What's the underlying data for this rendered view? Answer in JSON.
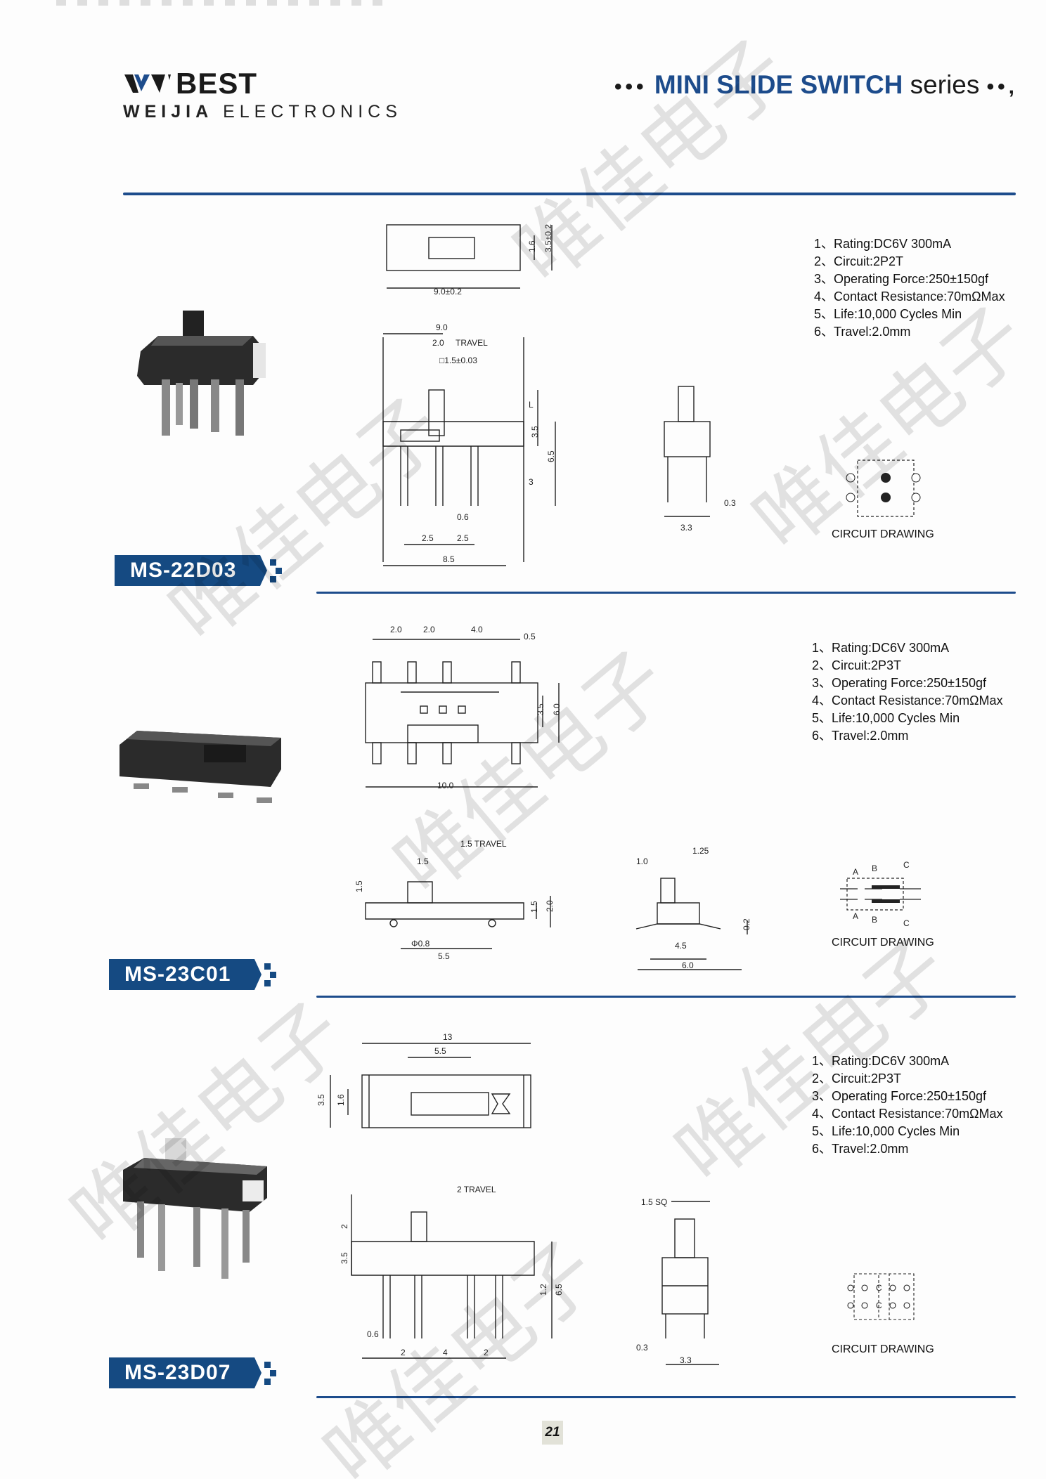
{
  "header": {
    "brand": "BEST",
    "company_bold": "WEIJIA",
    "company_rest": "ELECTRONICS",
    "series_dots_left": "•••",
    "series_bold": "MINI SLIDE SWITCH",
    "series_light": "series",
    "series_dots_right": "••,"
  },
  "watermark_text": "唯佳电子",
  "products": [
    {
      "model": "MS-22D03",
      "specs": [
        "1、Rating:DC6V 300mA",
        "2、Circuit:2P2T",
        "3、Operating Force:250±150gf",
        "4、Contact Resistance:70mΩMax",
        "5、Life:10,000 Cycles Min",
        "6、Travel:2.0mm"
      ],
      "circuit_label": "CIRCUIT DRAWING",
      "dims": {
        "top_width": "9.0±0.2",
        "side1": "1.6",
        "side2": "3.5±0.2",
        "front_width": "9.0",
        "travel": "2.0",
        "travel_label": "TRAVEL",
        "knob": "□1.5±0.03",
        "l": "L",
        "h1": "3.5",
        "h2": "6.5",
        "h3": "3",
        "pin_w": "0.6",
        "pitch1": "2.5",
        "pitch2": "2.5",
        "base": "8.5",
        "side_pin": "0.3",
        "side_w": "3.3"
      }
    },
    {
      "model": "MS-23C01",
      "specs": [
        "1、Rating:DC6V 300mA",
        "2、Circuit:2P3T",
        "3、Operating Force:250±150gf",
        "4、Contact Resistance:70mΩMax",
        "5、Life:10,000 Cycles Min",
        "6、Travel:2.0mm"
      ],
      "circuit_label": "CIRCUIT DRAWING",
      "circuit_letters": [
        "A",
        "B",
        "C",
        "A",
        "B",
        "C"
      ],
      "dims": {
        "p1": "2.0",
        "p2": "2.0",
        "p3": "4.0",
        "p4": "0.5",
        "h1": "3.5",
        "h2": "6.0",
        "w": "10.0",
        "travel": "1.5 TRAVEL",
        "k": "1.5",
        "kh": "1.5",
        "bh1": "1.5",
        "bh2": "2.0",
        "hole": "Φ0.8",
        "hw": "5.5",
        "s1": "1.0",
        "s2": "1.25",
        "s3": "0.2",
        "s4": "4.5",
        "s5": "6.0"
      }
    },
    {
      "model": "MS-23D07",
      "specs": [
        "1、Rating:DC6V 300mA",
        "2、Circuit:2P3T",
        "3、Operating Force:250±150gf",
        "4、Contact Resistance:70mΩMax",
        "5、Life:10,000 Cycles Min",
        "6、Travel:2.0mm"
      ],
      "circuit_label": "CIRCUIT DRAWING",
      "circuit_letters": [
        "C",
        "C"
      ],
      "dims": {
        "w": "13",
        "k": "5.5",
        "h1": "3.5",
        "h2": "1.6",
        "travel": "2 TRAVEL",
        "t1": "2",
        "t2": "3.5",
        "t3": "1.2",
        "t4": "6.5",
        "pin": "0.6",
        "pp1": "2",
        "pp2": "4",
        "pp3": "2",
        "sq": "1.5 SQ",
        "sp": "0.3",
        "sw": "3.3"
      }
    }
  ],
  "page_number": "21",
  "colors": {
    "brand_blue": "#1d4c8c",
    "tag_blue": "#154a82"
  }
}
